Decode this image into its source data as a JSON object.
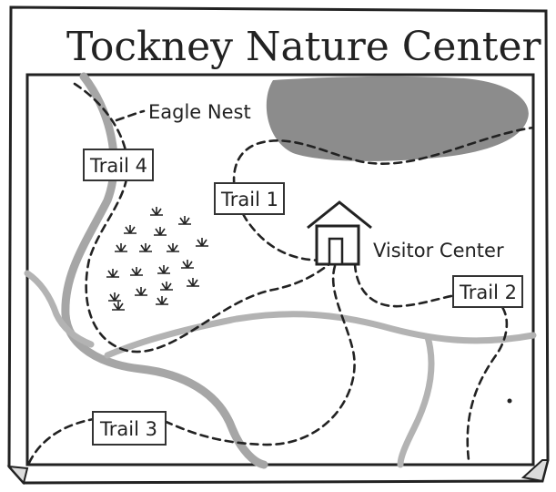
{
  "map": {
    "title": "Tockney Nature Center",
    "landmarks": {
      "eagle_nest": "Eagle Nest",
      "visitor_center": "Visitor Center"
    },
    "trails": {
      "trail1": "Trail 1",
      "trail2": "Trail 2",
      "trail3": "Trail 3",
      "trail4": "Trail 4"
    },
    "colors": {
      "lake": "#8c8c8c",
      "river": "#b3b3b3",
      "trail": "#222222",
      "paper": "#ffffff",
      "ink": "#222222"
    }
  }
}
